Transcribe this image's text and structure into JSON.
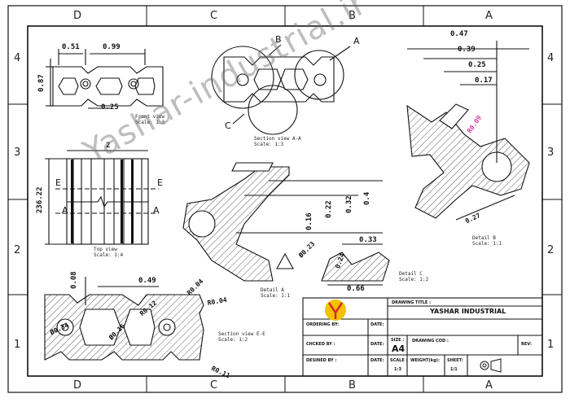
{
  "zones": {
    "cols": [
      "D",
      "C",
      "B",
      "A"
    ],
    "rows": [
      "4",
      "3",
      "2",
      "1"
    ]
  },
  "views": {
    "front": {
      "caption": "Front view\nScale: 1:3",
      "dims": {
        "w1": "0.51",
        "w2": "0.99",
        "h": "0.87",
        "b": "0.25"
      }
    },
    "section_aa": {
      "caption": "Section view A-A\nScale: 1:3",
      "labels": {
        "b": "B",
        "a": "A",
        "c": "C"
      }
    },
    "top": {
      "caption": "Top view\nScale: 1:4",
      "dims": {
        "w": "2",
        "h": "236.22"
      },
      "section_letters": {
        "e": "E",
        "a": "A"
      }
    },
    "detail_b": {
      "caption": "Detail B\nScale: 1:1",
      "dims": {
        "d1": "0.47",
        "d2": "0.39",
        "d3": "0.25",
        "d4": "0.17",
        "r": "R0.09",
        "d5": "0.27"
      }
    },
    "detail_a": {
      "caption": "Detail A\nScale: 1:1",
      "dims": {
        "v1": "0.16",
        "v2": "0.22",
        "v3": "0.32",
        "v4": "0.4"
      }
    },
    "detail_c": {
      "caption": "Detail C\nScale: 1:2",
      "dims": {
        "w1": "0.33",
        "d": "Ø0.23",
        "a": "0.24",
        "w2": "0.66"
      }
    },
    "section_ee": {
      "caption": "Section view E-E\nScale: 1:2",
      "dims": {
        "h": "0.08",
        "w": "0.49",
        "r1": "R0.04",
        "r2": "R0.04",
        "r3": "R0.12",
        "d1": "Ø0.34",
        "d2": "Ø0.16",
        "r4": "R0.11"
      }
    }
  },
  "title_block": {
    "company": "YASHAR INDUSTRIAL",
    "drawing_title_label": "DRAWING TITLE :",
    "ordering_label": "ORDERING BY:",
    "checked_label": "CHCKED BY :",
    "designed_label": "DESINED BY :",
    "date_label": "DATE:",
    "size_label": "SIZE :",
    "size_value": "A4",
    "drawing_code_label": "DRAWING COD :",
    "rev_label": "REV:",
    "scale_label": "SCALE :",
    "scale_value": "1:3",
    "weight_label": "WEIGHT(kg):",
    "sheet_label": "SHEET:",
    "sheet_value": "1/1"
  },
  "watermark": "Yashar-industrial.ir",
  "colors": {
    "line": "#1a1a1a",
    "logo_yellow": "#f2c200",
    "logo_red": "#d8262b",
    "pink_dim": "#d93aa6"
  }
}
